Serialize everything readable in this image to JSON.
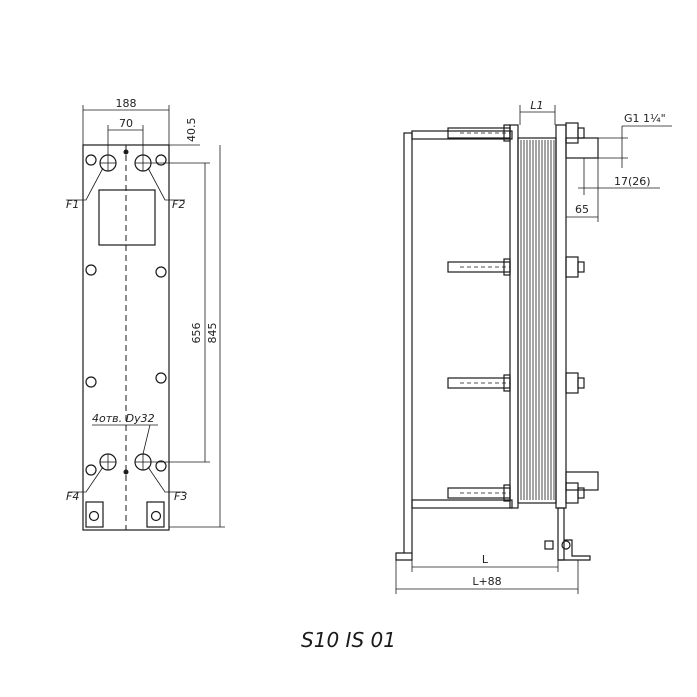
{
  "caption": "S10 IS 01",
  "front": {
    "dim_width": "188",
    "dim_center": "70",
    "dim_top_offset": "40.5",
    "dim_port_spacing": "656",
    "dim_height": "845",
    "port_f1": "F1",
    "port_f2": "F2",
    "port_f3": "F3",
    "port_f4": "F4",
    "note_holes": "4отв. Dy32"
  },
  "side": {
    "dim_l1": "L1",
    "dim_thread": "G1 1¼\"",
    "dim_17": "17(26)",
    "dim_65": "65",
    "dim_L": "L",
    "dim_L88": "L+88"
  }
}
